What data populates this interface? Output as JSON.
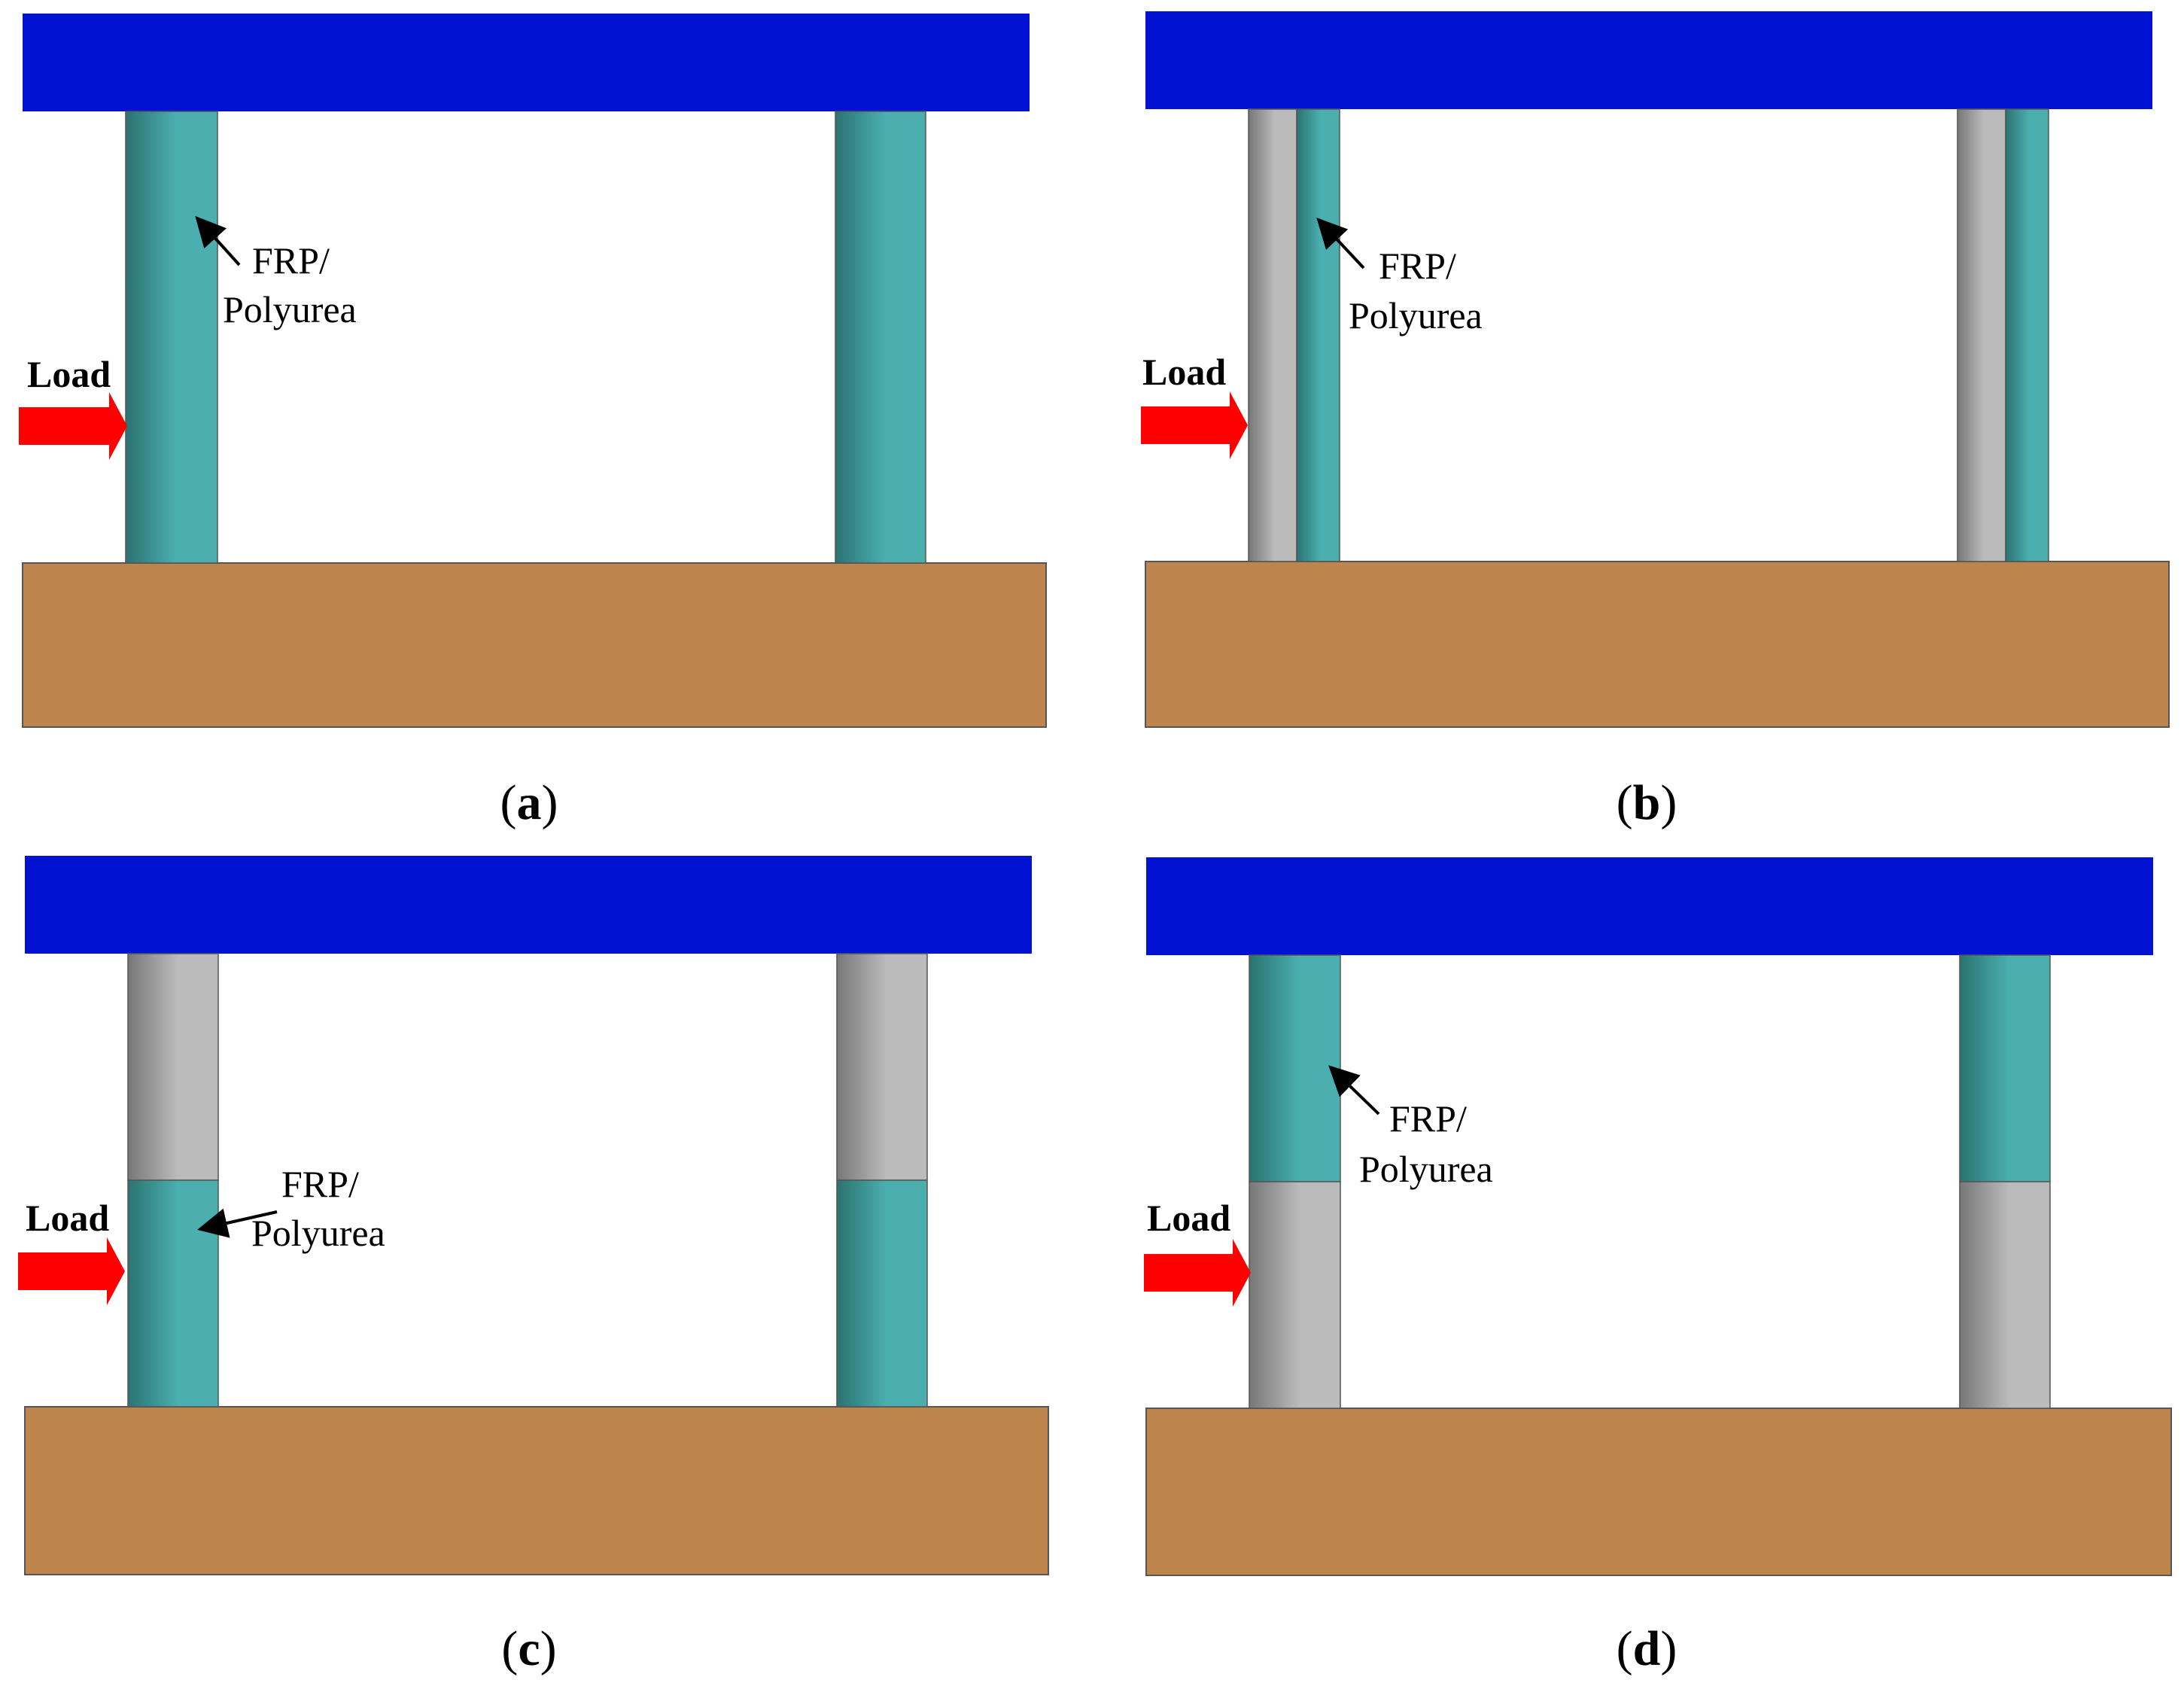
{
  "colors": {
    "beam": "#0212D3",
    "foundation": "#BD854C",
    "frp_dark": "#2B7372",
    "frp_light": "#4AAFAE",
    "rc_dark": "#777777",
    "rc_light": "#BBBBBB",
    "load_arrow": "#FF0000",
    "outline": "#555555"
  },
  "panels": [
    {
      "id": "a",
      "caption_letter": "a",
      "load_label": "Load",
      "frp_label_line1": "FRP/",
      "frp_label_line2": "Polyurea",
      "wrap": "full"
    },
    {
      "id": "b",
      "caption_letter": "b",
      "load_label": "Load",
      "frp_label_line1": "FRP/",
      "frp_label_line2": "Polyurea",
      "wrap": "one-side"
    },
    {
      "id": "c",
      "caption_letter": "c",
      "load_label": "Load",
      "frp_label_line1": "FRP/",
      "frp_label_line2": "Polyurea",
      "wrap": "bottom-half"
    },
    {
      "id": "d",
      "caption_letter": "d",
      "load_label": "Load",
      "frp_label_line1": "FRP/",
      "frp_label_line2": "Polyurea",
      "wrap": "top-half"
    }
  ]
}
